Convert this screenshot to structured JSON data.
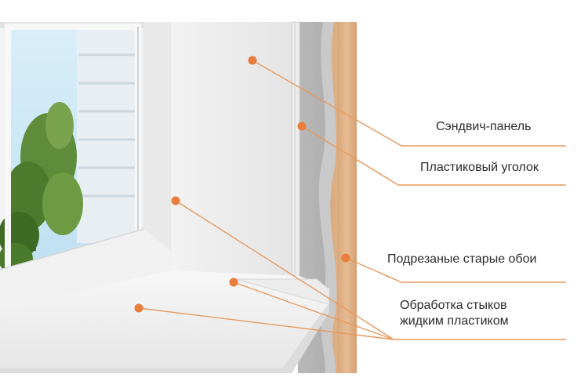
{
  "colors": {
    "accent": "#e87d3e",
    "leader": "#e8995f",
    "label_text": "#2b2b2b"
  },
  "labels": {
    "sandwich_panel": "Сэндвич-панель",
    "plastic_corner": "Пластиковый уголок",
    "cut_wallpaper": "Подрезаные старые обои",
    "joint_treatment_line1": "Обработка стыков",
    "joint_treatment_line2": "жидким пластиком"
  }
}
